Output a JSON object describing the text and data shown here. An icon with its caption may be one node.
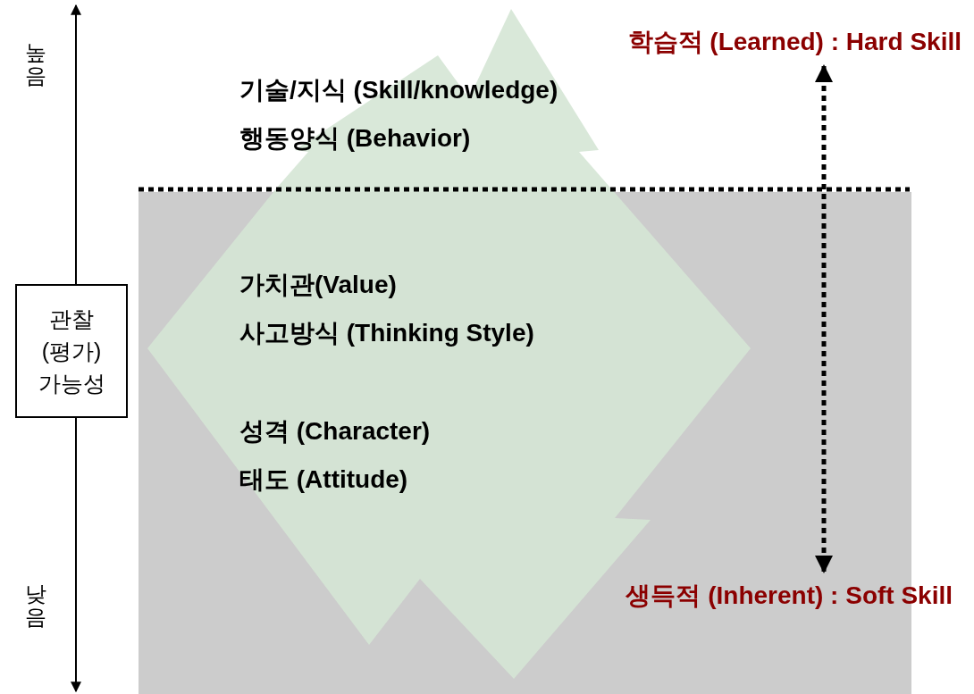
{
  "diagram": {
    "nodes": [
      {
        "text": [
          "관찰 (평가) 가능성"
        ]
      },
      {
        "text": [
          "학습적 (Learned) : Hard Skill"
        ]
      },
      {
        "text": [
          "생득적 (Inherent) : Soft Skill"
        ]
      }
    ],
    "edges": [
      {
        "from": 1,
        "to": 2,
        "arrow": "both",
        "style": "dashed"
      }
    ],
    "labels": [
      "높음",
      "기술/지식 (Skill/knowledge)",
      "행동양식 (Behavior)",
      "가치관(Value)",
      "사고방식 (Thinking Style)",
      "성격 (Character)",
      "태도 (Attitude)",
      "낮음"
    ]
  }
}
